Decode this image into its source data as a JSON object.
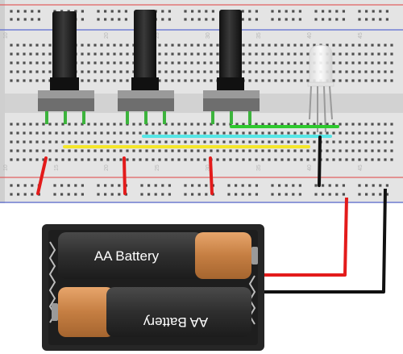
{
  "breadboard": {
    "column_numbers": [
      "10",
      "15",
      "20",
      "25",
      "30",
      "35",
      "40",
      "45"
    ],
    "colors": {
      "board": "#e4e4e4",
      "rail_red": "#e06060",
      "rail_blue": "#5a6ad0",
      "hole": "#4e4e4e"
    }
  },
  "components": {
    "potentiometers": [
      {
        "id": "pot-1"
      },
      {
        "id": "pot-2"
      },
      {
        "id": "pot-3"
      }
    ],
    "rgb_led": {
      "id": "rgb-led"
    }
  },
  "wires": {
    "colors": {
      "red": "#e31b1b",
      "black": "#111111",
      "green": "#2ec92e",
      "yellow": "#f4e62a",
      "cyan": "#56e6e6"
    }
  },
  "battery_pack": {
    "battery_top_label": "AA Battery",
    "battery_bottom_label": "AA Battery",
    "colors": {
      "case": "#262626",
      "cell": "#3e3e3e",
      "copper": "#d18a4e"
    }
  }
}
